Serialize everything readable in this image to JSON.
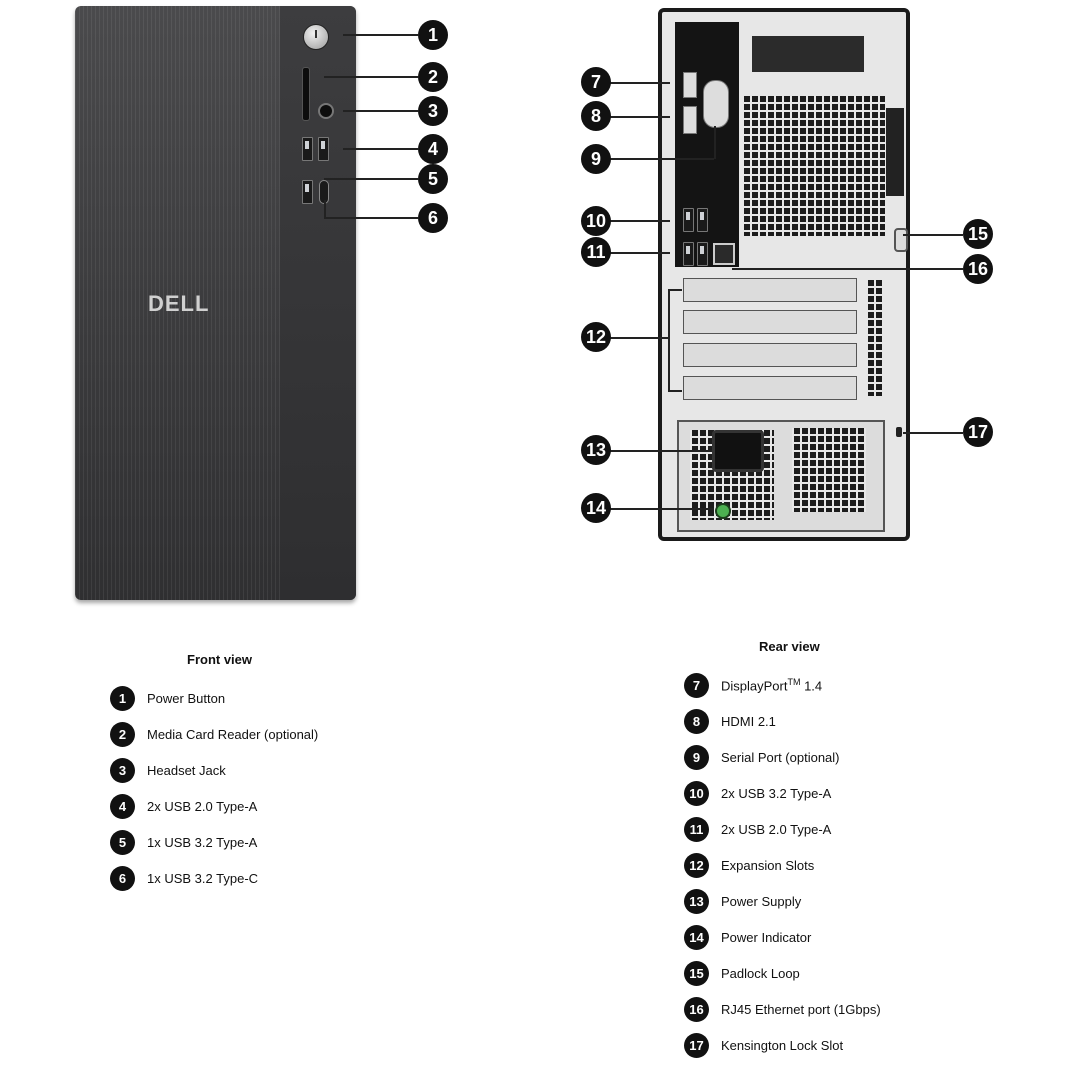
{
  "front": {
    "logo": "DELL",
    "title": "Front view",
    "items": [
      {
        "n": "1",
        "label": "Power Button"
      },
      {
        "n": "2",
        "label": "Media Card Reader (optional)"
      },
      {
        "n": "3",
        "label": "Headset Jack"
      },
      {
        "n": "4",
        "label": "2x USB 2.0 Type-A"
      },
      {
        "n": "5",
        "label": "1x USB 3.2 Type-A"
      },
      {
        "n": "6",
        "label": "1x USB 3.2 Type-C"
      }
    ]
  },
  "rear": {
    "title": "Rear view",
    "items": [
      {
        "n": "7",
        "label": "DisplayPort",
        "sup": "TM",
        "suffix": " 1.4"
      },
      {
        "n": "8",
        "label": "HDMI 2.1"
      },
      {
        "n": "9",
        "label": "Serial Port (optional)"
      },
      {
        "n": "10",
        "label": "2x USB 3.2 Type-A"
      },
      {
        "n": "11",
        "label": "2x USB 2.0 Type-A"
      },
      {
        "n": "12",
        "label": "Expansion Slots"
      },
      {
        "n": "13",
        "label": "Power Supply"
      },
      {
        "n": "14",
        "label": "Power Indicator"
      },
      {
        "n": "15",
        "label": "Padlock Loop"
      },
      {
        "n": "16",
        "label": "RJ45 Ethernet port (1Gbps)"
      },
      {
        "n": "17",
        "label": "Kensington Lock Slot"
      }
    ]
  },
  "colors": {
    "badge": "#111111",
    "chassis_front": "#3c3c3e",
    "chassis_rear": "#e7e7e7",
    "power_led": "#4caf50"
  }
}
